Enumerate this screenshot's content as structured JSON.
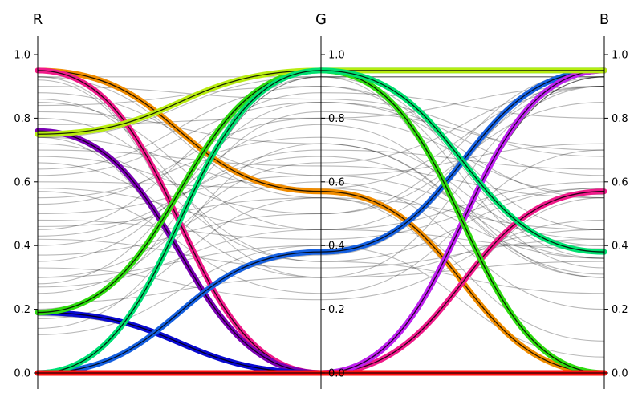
{
  "chart_data": {
    "type": "parallel_coordinates",
    "axes": [
      "R",
      "G",
      "B"
    ],
    "ylim": [
      0,
      1
    ],
    "y_ticks": [
      "0.0",
      "0.2",
      "0.4",
      "0.6",
      "0.8",
      "1.0"
    ],
    "tick_values": [
      0,
      0.2,
      0.4,
      0.6,
      0.8,
      1.0
    ],
    "highlighted_series": [
      {
        "values": [
          0.95,
          0.57,
          0.0
        ],
        "color": "#f08c00"
      },
      {
        "values": [
          0.95,
          0.0,
          0.57
        ],
        "color": "#f01a8a"
      },
      {
        "values": [
          0.76,
          0.0,
          0.95
        ],
        "color": "#7a00b3"
      },
      {
        "values": [
          0.19,
          0.0,
          0.0
        ],
        "color": "#0a0ad0"
      },
      {
        "values": [
          0.0,
          0.95,
          0.95
        ],
        "color": "#00e5ff"
      },
      {
        "values": [
          0.0,
          0.38,
          0.95
        ],
        "color": "#1560e0"
      },
      {
        "values": [
          0.0,
          0.0,
          0.95
        ],
        "color": "#c020f0"
      },
      {
        "values": [
          0.19,
          0.95,
          0.0
        ],
        "color": "#2fdc10"
      },
      {
        "values": [
          0.75,
          0.95,
          0.95
        ],
        "color": "#b8ec10"
      },
      {
        "values": [
          0.0,
          0.95,
          0.38
        ],
        "color": "#00e070"
      },
      {
        "values": [
          0.0,
          0.0,
          0.0
        ],
        "color": "#ff1010"
      }
    ],
    "background_series": [
      [
        0.93,
        0.55,
        0.0
      ],
      [
        0.92,
        0.0,
        0.93
      ],
      [
        0.93,
        0.0,
        0.55
      ],
      [
        0.74,
        0.0,
        0.93
      ],
      [
        0.18,
        0.0,
        0.0
      ],
      [
        0.0,
        0.93,
        0.93
      ],
      [
        0.0,
        0.37,
        0.93
      ],
      [
        0.19,
        0.93,
        0.0
      ],
      [
        0.74,
        0.93,
        0.93
      ],
      [
        0.0,
        0.93,
        0.36
      ],
      [
        0.0,
        0.0,
        0.93
      ],
      [
        0.93,
        0.93,
        0.93
      ],
      [
        0.88,
        0.62,
        0.42
      ],
      [
        0.85,
        0.45,
        0.6
      ],
      [
        0.82,
        0.72,
        0.3
      ],
      [
        0.8,
        0.35,
        0.25
      ],
      [
        0.78,
        0.8,
        0.9
      ],
      [
        0.7,
        0.65,
        0.55
      ],
      [
        0.68,
        0.5,
        0.85
      ],
      [
        0.66,
        0.3,
        0.45
      ],
      [
        0.62,
        0.85,
        0.62
      ],
      [
        0.6,
        0.58,
        0.9
      ],
      [
        0.57,
        0.25,
        0.7
      ],
      [
        0.55,
        0.74,
        0.4
      ],
      [
        0.5,
        0.62,
        0.72
      ],
      [
        0.48,
        0.42,
        0.58
      ],
      [
        0.45,
        0.88,
        0.8
      ],
      [
        0.42,
        0.33,
        0.42
      ],
      [
        0.4,
        0.7,
        0.64
      ],
      [
        0.37,
        0.5,
        0.95
      ],
      [
        0.35,
        0.78,
        0.3
      ],
      [
        0.33,
        0.23,
        0.48
      ],
      [
        0.3,
        0.6,
        0.2
      ],
      [
        0.28,
        0.85,
        0.55
      ],
      [
        0.27,
        0.45,
        0.39
      ],
      [
        0.25,
        0.66,
        0.9
      ],
      [
        0.22,
        0.3,
        0.35
      ],
      [
        0.2,
        0.82,
        0.7
      ],
      [
        0.17,
        0.55,
        0.1
      ],
      [
        0.14,
        0.72,
        0.31
      ],
      [
        0.12,
        0.4,
        0.05
      ],
      [
        0.9,
        0.86,
        0.68
      ],
      [
        0.86,
        0.3,
        0.9
      ],
      [
        0.84,
        0.9,
        0.45
      ],
      [
        0.74,
        0.58,
        0.36
      ],
      [
        0.72,
        0.35,
        0.58
      ],
      [
        0.64,
        0.9,
        0.33
      ],
      [
        0.58,
        0.45,
        0.9
      ],
      [
        0.53,
        0.8,
        0.56
      ],
      [
        0.46,
        0.55,
        0.45
      ],
      [
        0.43,
        0.68,
        0.36
      ],
      [
        0.3,
        0.4,
        0.4
      ]
    ]
  }
}
